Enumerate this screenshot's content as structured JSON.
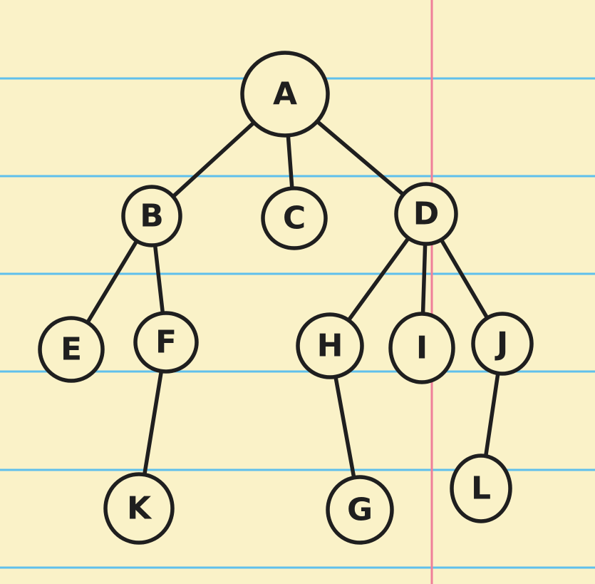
{
  "colors": {
    "paper": "#faf2c8",
    "rule_line": "#5fc0ec",
    "margin_line": "#ef7f9a",
    "ink": "#1f1f1f",
    "node_fill": "#faf2c8"
  },
  "tree": {
    "nodes": [
      {
        "id": "A",
        "label": "A"
      },
      {
        "id": "B",
        "label": "B"
      },
      {
        "id": "C",
        "label": "C"
      },
      {
        "id": "D",
        "label": "D"
      },
      {
        "id": "E",
        "label": "E"
      },
      {
        "id": "F",
        "label": "F"
      },
      {
        "id": "H",
        "label": "H"
      },
      {
        "id": "I",
        "label": "I"
      },
      {
        "id": "J",
        "label": "J"
      },
      {
        "id": "K",
        "label": "K"
      },
      {
        "id": "G",
        "label": "G"
      },
      {
        "id": "L",
        "label": "L"
      }
    ],
    "edges": [
      {
        "from": "A",
        "to": "B"
      },
      {
        "from": "A",
        "to": "C"
      },
      {
        "from": "A",
        "to": "D"
      },
      {
        "from": "B",
        "to": "E"
      },
      {
        "from": "B",
        "to": "F"
      },
      {
        "from": "D",
        "to": "H"
      },
      {
        "from": "D",
        "to": "I"
      },
      {
        "from": "D",
        "to": "J"
      },
      {
        "from": "F",
        "to": "K"
      },
      {
        "from": "H",
        "to": "G"
      },
      {
        "from": "J",
        "to": "L"
      }
    ]
  }
}
